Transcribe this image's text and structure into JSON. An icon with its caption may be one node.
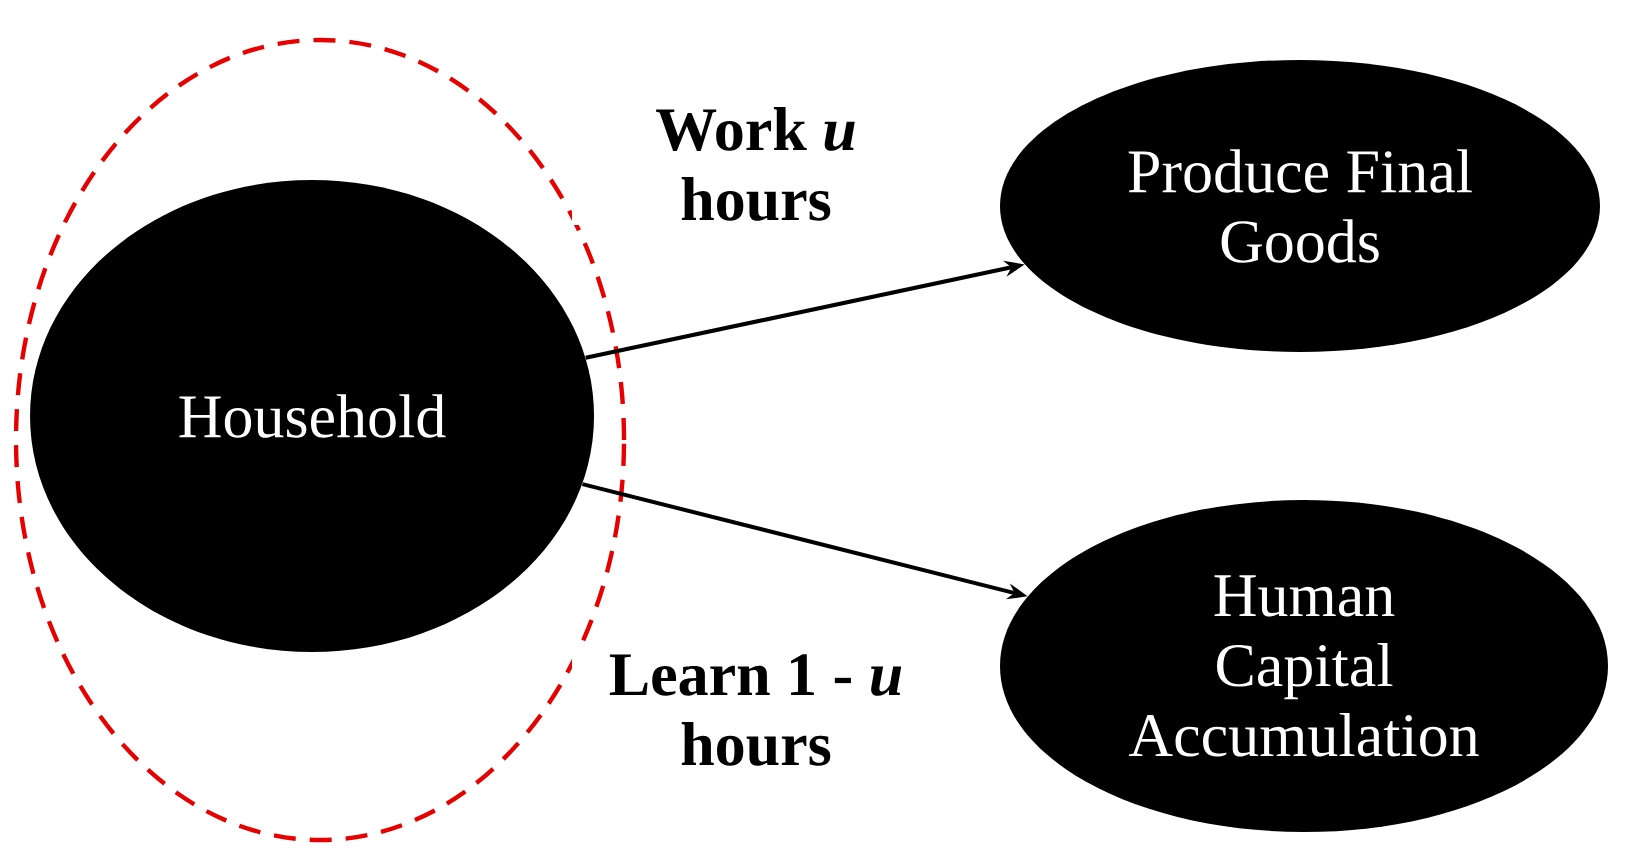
{
  "diagram": {
    "nodes": [
      {
        "text": [],
        "shape": "circle"
      },
      {
        "text": [
          "Household"
        ],
        "in": 0
      },
      {
        "text": [
          "Produce Final Goods"
        ]
      },
      {
        "text": [
          "Human Capital Accumulation"
        ]
      }
    ],
    "edges": [
      {
        "from": 1,
        "to": 2,
        "arrow": "to",
        "label": "Work *u* hours"
      },
      {
        "from": 1,
        "to": 3,
        "arrow": "to",
        "label": "Learn 1 - *u* hours"
      }
    ]
  }
}
